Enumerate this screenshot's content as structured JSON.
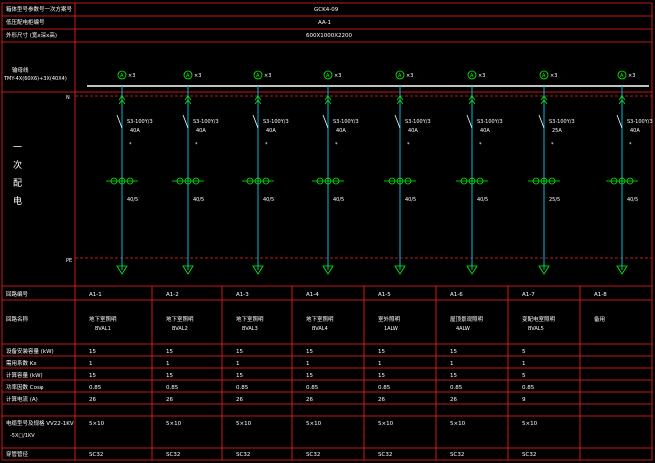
{
  "header": {
    "row1_label": "箱体型号参数号一次方案号",
    "row1_value": "GCK4-09",
    "row2_label": "低压配电柜编号",
    "row2_value": "AA-1",
    "row3_label": "外形尺寸 (宽x深x高)",
    "row3_value": "600X1000X2200",
    "busbar_label": "输母线",
    "busbar_spec": "TMY-4X(60X6)+3X(40X4)"
  },
  "side_title": [
    "一",
    "次",
    "配",
    "电",
    "图"
  ],
  "diagram": {
    "n_label": "N",
    "pe_label": "PE"
  },
  "circuits": [
    {
      "ammeter": "A",
      "meter_count": "×3",
      "breaker": "S3-100Y/3",
      "rating": "40A",
      "ct": "40/5"
    },
    {
      "ammeter": "A",
      "meter_count": "×3",
      "breaker": "S3-100Y/3",
      "rating": "40A",
      "ct": "40/5"
    },
    {
      "ammeter": "A",
      "meter_count": "×3",
      "breaker": "S3-100Y/3",
      "rating": "40A",
      "ct": "40/5"
    },
    {
      "ammeter": "A",
      "meter_count": "×3",
      "breaker": "S3-100Y/3",
      "rating": "40A",
      "ct": "40/5"
    },
    {
      "ammeter": "A",
      "meter_count": "×3",
      "breaker": "S3-100Y/3",
      "rating": "40A",
      "ct": "40/5"
    },
    {
      "ammeter": "A",
      "meter_count": "×3",
      "breaker": "S3-100Y/3",
      "rating": "40A",
      "ct": "40/5"
    },
    {
      "ammeter": "A",
      "meter_count": "×3",
      "breaker": "S3-100Y/3",
      "rating": "25A",
      "ct": "25/5"
    },
    {
      "ammeter": "A",
      "meter_count": "×3",
      "breaker": "S3-100Y/3",
      "rating": "40A",
      "ct": "40/5"
    }
  ],
  "table": {
    "row_labels": [
      "回路编号",
      "回路名称",
      "设备安装容量 (kW)",
      "需用系数 Kx",
      "计算容量 (kW)",
      "功率因数 Cosφ",
      "计算电流 (A)",
      "电缆型号及规格 VV22-1KV",
      "穿管管径"
    ],
    "cable_subtitle": "-5X□/1KV",
    "columns": [
      {
        "code": "A1-1",
        "name": "地下室照明",
        "name2": "BVAL1",
        "cap": "15",
        "kx": "1",
        "calc": "15",
        "cos": "0.85",
        "cur": "26",
        "cable": "5×10",
        "pipe": "SC32"
      },
      {
        "code": "A1-2",
        "name": "地下室照明",
        "name2": "BVAL2",
        "cap": "15",
        "kx": "1",
        "calc": "15",
        "cos": "0.85",
        "cur": "26",
        "cable": "5×10",
        "pipe": "SC32"
      },
      {
        "code": "A1-3",
        "name": "地下室照明",
        "name2": "BVAL3",
        "cap": "15",
        "kx": "1",
        "calc": "15",
        "cos": "0.85",
        "cur": "26",
        "cable": "5×10",
        "pipe": "SC32"
      },
      {
        "code": "A1-4",
        "name": "地下室照明",
        "name2": "BVAL4",
        "cap": "15",
        "kx": "1",
        "calc": "15",
        "cos": "0.85",
        "cur": "26",
        "cable": "5×10",
        "pipe": "SC32"
      },
      {
        "code": "A1-5",
        "name": "室外照明",
        "name2": "1ALW",
        "cap": "15",
        "kx": "1",
        "calc": "15",
        "cos": "0.85",
        "cur": "26",
        "cable": "5×10",
        "pipe": "SC32"
      },
      {
        "code": "A1-6",
        "name": "屋顶景观照明",
        "name2": "4ALW",
        "cap": "15",
        "kx": "1",
        "calc": "15",
        "cos": "0.85",
        "cur": "26",
        "cable": "5×10",
        "pipe": "SC32"
      },
      {
        "code": "A1-7",
        "name": "变配电室照明",
        "name2": "BVAL5",
        "cap": "5",
        "kx": "1",
        "calc": "5",
        "cos": "0.85",
        "cur": "9",
        "cable": "5×10",
        "pipe": "SC32"
      },
      {
        "code": "A1-8",
        "name": "备用",
        "name2": "",
        "cap": "",
        "kx": "",
        "calc": "",
        "cos": "",
        "cur": "",
        "cable": "",
        "pipe": ""
      }
    ]
  },
  "colors": {
    "frame": "#ff2020",
    "conductor": "#00bcd4",
    "device": "#00ff00",
    "text": "#ffffff"
  }
}
